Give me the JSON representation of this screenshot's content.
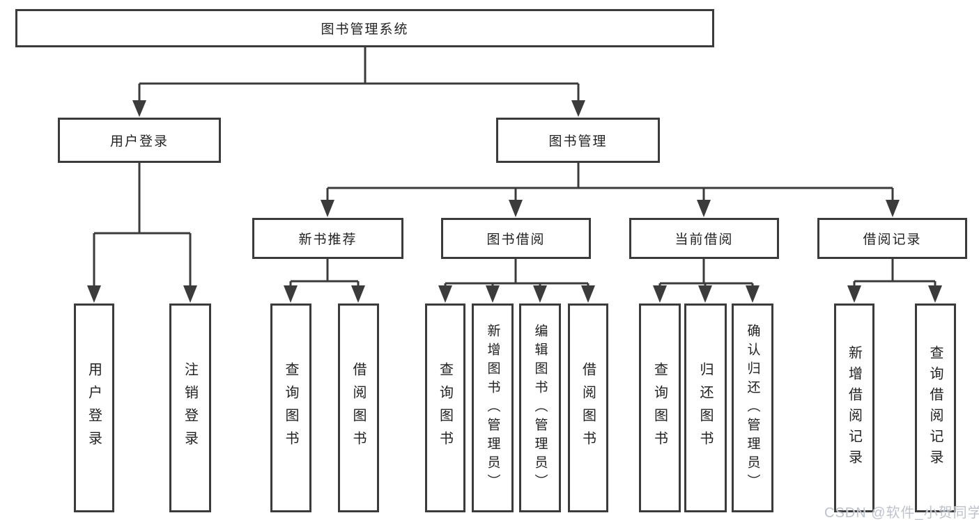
{
  "tree": {
    "label": "图书管理系统",
    "children": [
      {
        "label": "用户登录",
        "children": [
          {
            "label": "用户登录"
          },
          {
            "label": "注销登录"
          }
        ]
      },
      {
        "label": "图书管理",
        "children": [
          {
            "label": "新书推荐",
            "children": [
              {
                "label": "查询图书"
              },
              {
                "label": "借阅图书"
              }
            ]
          },
          {
            "label": "图书借阅",
            "children": [
              {
                "label": "查询图书"
              },
              {
                "label": "新增图书（管理员）"
              },
              {
                "label": "编辑图书（管理员）"
              },
              {
                "label": "借阅图书"
              }
            ]
          },
          {
            "label": "当前借阅",
            "children": [
              {
                "label": "查询图书"
              },
              {
                "label": "归还图书"
              },
              {
                "label": "确认归还（管理员）"
              }
            ]
          },
          {
            "label": "借阅记录",
            "children": [
              {
                "label": "新增借阅记录"
              },
              {
                "label": "查询借阅记录"
              }
            ]
          }
        ]
      }
    ]
  },
  "watermark": {
    "text": "CSDN @软件_小贺同学"
  },
  "colors": {
    "line": "#3b3b3b",
    "box_border": "#3b3b3b",
    "text": "#222222",
    "background": "#ffffff",
    "watermark": "#babfca"
  }
}
